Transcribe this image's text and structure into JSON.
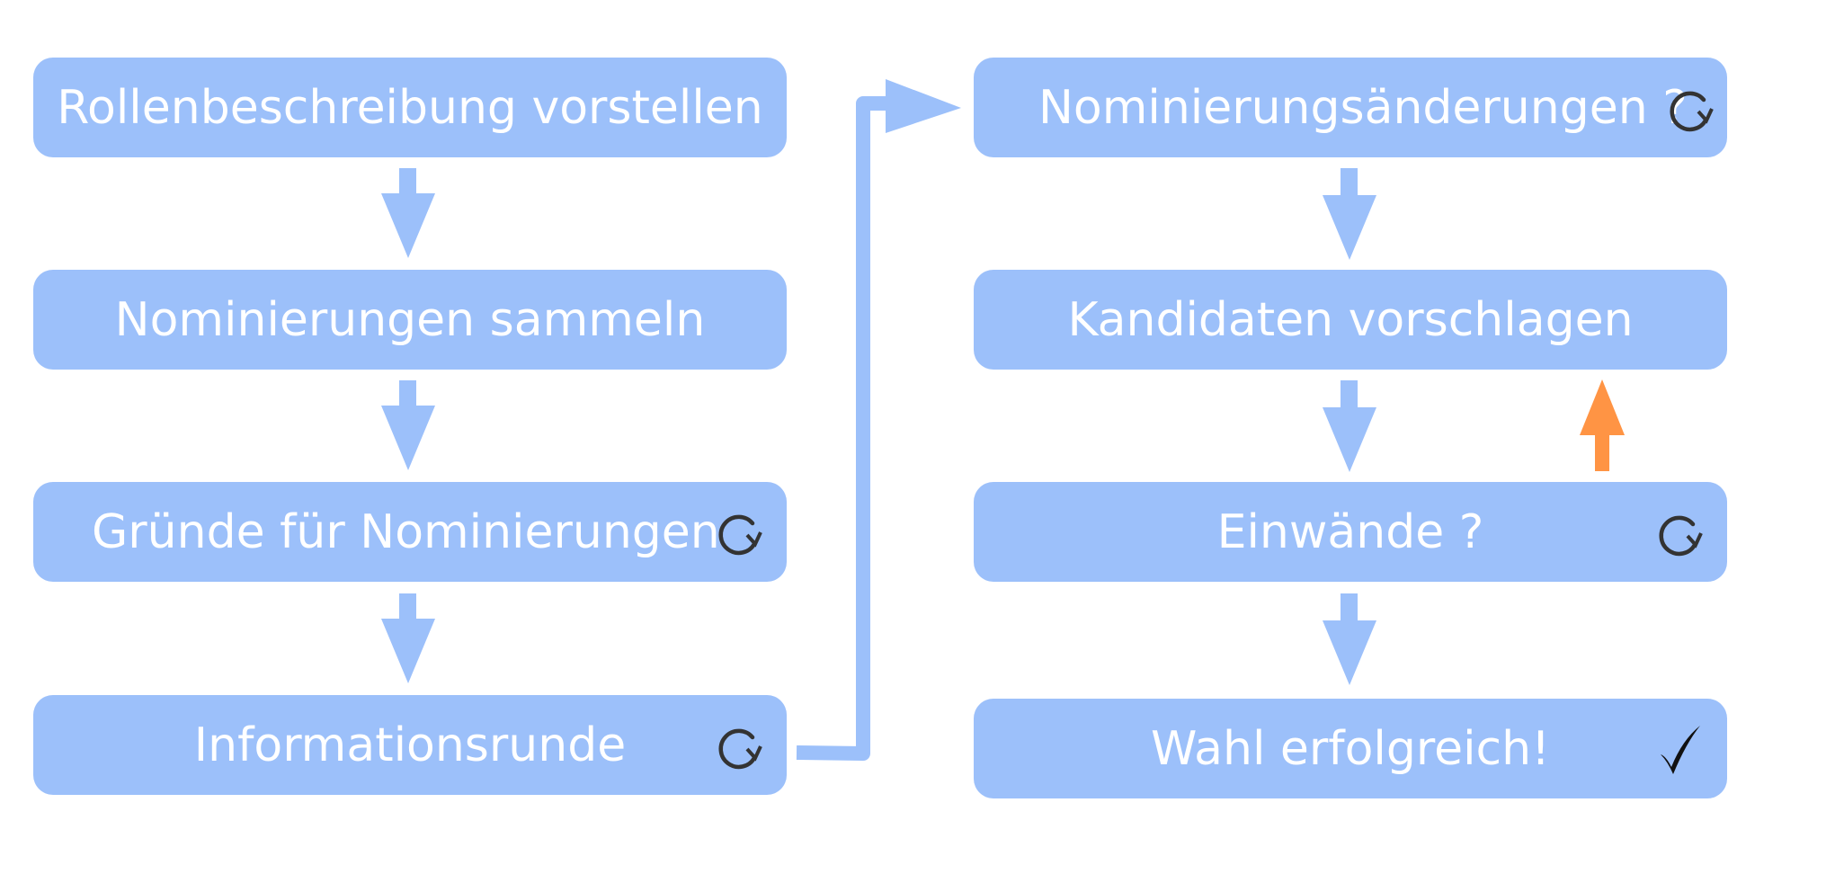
{
  "diagram": {
    "left_column": [
      {
        "label": "Rollenbeschreibung vorstellen",
        "icon": null
      },
      {
        "label": "Nominierungen sammeln",
        "icon": null
      },
      {
        "label": "Gründe für Nominierungen",
        "icon": "repeat-icon"
      },
      {
        "label": "Informationsrunde",
        "icon": "repeat-icon"
      }
    ],
    "right_column": [
      {
        "label": "Nominierungsänderungen ?",
        "icon": "repeat-icon"
      },
      {
        "label": "Kandidaten vorschlagen",
        "icon": null
      },
      {
        "label": "Einwände ?",
        "icon": "repeat-icon"
      },
      {
        "label": "Wahl erfolgreich!",
        "icon": "checkmark-icon"
      }
    ],
    "colors": {
      "node_fill": "#9cc0fa",
      "node_text": "#ffffff",
      "arrow": "#9cc0fa",
      "feedback_arrow": "#ff9444",
      "icon": "#333333"
    }
  }
}
